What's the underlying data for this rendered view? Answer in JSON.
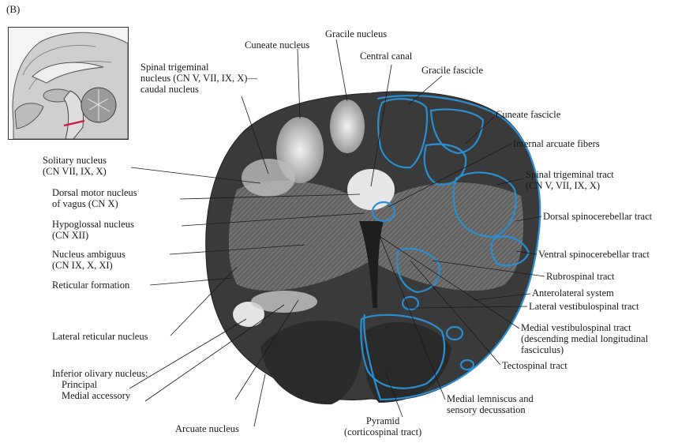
{
  "panel_letter": "(B)",
  "colors": {
    "background": "#ffffff",
    "tissue_dark": "#2e2e2e",
    "tissue_mid": "#7a7a7a",
    "tissue_light": "#d8d8d8",
    "outline_blue": "#2a8fd0",
    "inset_line": "#d11a3a",
    "leader": "#1a1a1a"
  },
  "labels": {
    "cuneate_nucleus": "Cuneate nucleus",
    "gracile_nucleus": "Gracile nucleus",
    "central_canal": "Central canal",
    "gracile_fascicle": "Gracile fascicle",
    "spinal_trigeminal_nucleus": [
      "Spinal trigeminal",
      "nucleus (CN V, VII, IX, X)—",
      "caudal nucleus"
    ],
    "cuneate_fascicle": "Cuneate fascicle",
    "internal_arcuate_fibers": "Internal arcuate fibers",
    "solitary_nucleus": [
      "Solitary nucleus",
      "(CN VII, IX, X)"
    ],
    "spinal_trigeminal_tract": [
      "Spinal trigeminal tract",
      "(CN V, VII, IX, X)"
    ],
    "dorsal_motor_nucleus": [
      "Dorsal motor nucleus",
      "of vagus (CN X)"
    ],
    "dorsal_spinocerebellar_tract": "Dorsal spinocerebellar tract",
    "hypoglossal_nucleus": [
      "Hypoglossal nucleus",
      "(CN XII)"
    ],
    "nucleus_ambiguus": [
      "Nucleus ambiguus",
      "(CN IX, X, XI)"
    ],
    "ventral_spinocerebellar_tract": "Ventral spinocerebellar tract",
    "rubrospinal_tract": "Rubrospinal tract",
    "reticular_formation": "Reticular formation",
    "anterolateral_system": "Anterolateral system",
    "lateral_vestibulospinal_tract": "Lateral vestibulospinal tract",
    "medial_vestibulospinal_tract": [
      "Medial vestibulospinal tract",
      "(descending medial longitudinal",
      "fasciculus)"
    ],
    "lateral_reticular_nucleus": "Lateral reticular nucleus",
    "tectospinal_tract": "Tectospinal tract",
    "inferior_olivary_nucleus": [
      "Inferior olivary nucleus:",
      "Principal",
      "Medial accessory"
    ],
    "medial_lemniscus": [
      "Medial lemniscus and",
      "sensory decussation"
    ],
    "pyramid": [
      "Pyramid",
      "(corticospinal tract)"
    ],
    "arcuate_nucleus": "Arcuate nucleus"
  }
}
